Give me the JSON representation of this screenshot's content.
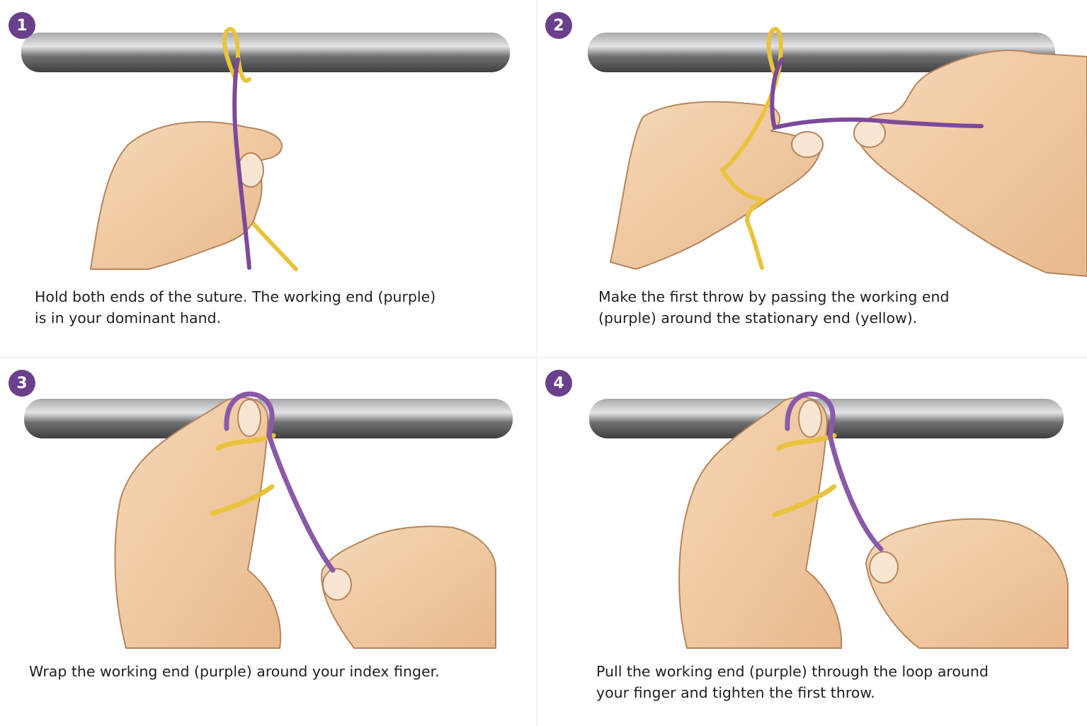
{
  "steps": [
    {
      "number": "1",
      "caption": [
        "Hold both ends of the suture. The working end (purple)",
        "is in your dominant hand."
      ]
    },
    {
      "number": "2",
      "caption": [
        "Make the first throw by passing the working end",
        "(purple) around the stationary end (yellow)."
      ]
    },
    {
      "number": "3",
      "caption": [
        "Wrap the working end (purple) around your index finger."
      ]
    },
    {
      "number": "4",
      "caption": [
        "Pull the working end (purple) through the loop around",
        "your finger and tighten the first throw."
      ]
    }
  ],
  "colors": {
    "badge": "#6a3f8c",
    "working_end": "#7b4a9a",
    "stationary_end": "#e9c33e",
    "skin": "#f2cfa8",
    "rod": "#6f7072"
  }
}
